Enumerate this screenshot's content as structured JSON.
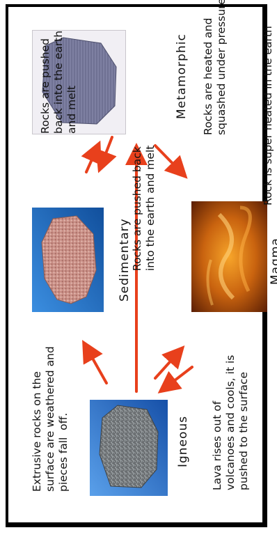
{
  "diagram": {
    "rocks": {
      "igneous": {
        "label": "Igneous"
      },
      "sedimentary": {
        "label": "Sedimentary"
      },
      "metamorphic": {
        "label": "Metamorphic"
      },
      "magma": {
        "label": "Magma"
      }
    },
    "captions": {
      "weathered": "Extrusive rocks on the\nsurface are weathered and\npieces fall  off.",
      "pushed_back_top": "Rocks are pushed\nback into the earth\nand melt",
      "pushed_back_center": "Rocks are pushed back\ninto the earth and melt",
      "heated_squashed": "Rocks are heated and\nsquashed under pressure",
      "super_heated": "Rock is super heated in the earth",
      "lava_rises": "Lava rises out of\nvolcanoes and cools, it is\npushed to the surface"
    },
    "colors": {
      "arrow": "#e8401c",
      "igneous_bg": "#1f68c6",
      "sedimentary_bg": "#1e63b8",
      "magma_bg": "#7a2e08"
    }
  }
}
